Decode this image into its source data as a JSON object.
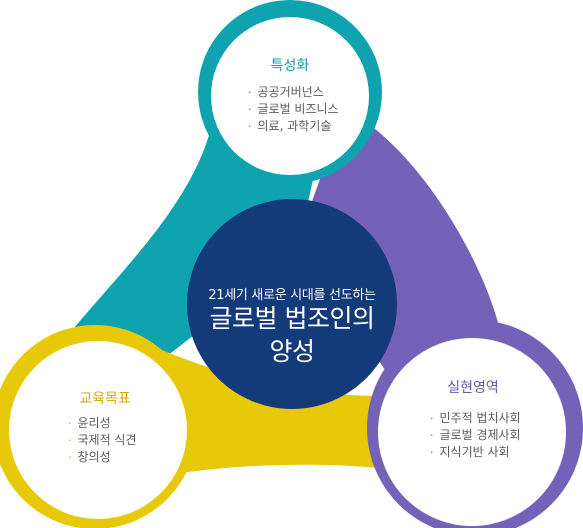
{
  "colors": {
    "teal": "#0ea3ae",
    "purple": "#7362b8",
    "yellow": "#e8c90a",
    "navy": "#133a79",
    "inner": "#ffffff"
  },
  "center": {
    "subtitle": "21세기 새로운 시대를 선도하는",
    "title_line1": "글로벌 법조인의",
    "title_line2": "양성"
  },
  "top_circle": {
    "title": "특성화",
    "items": [
      "공공거버넌스",
      "글로벌 비즈니스",
      "의료, 과학기술"
    ]
  },
  "left_circle": {
    "title": "교육목표",
    "items": [
      "윤리성",
      "국제적 식견",
      "창의성"
    ]
  },
  "right_circle": {
    "title": "실현영역",
    "items": [
      "민주적 법치사회",
      "글로벌 경제사회",
      "지식기반 사회"
    ]
  }
}
